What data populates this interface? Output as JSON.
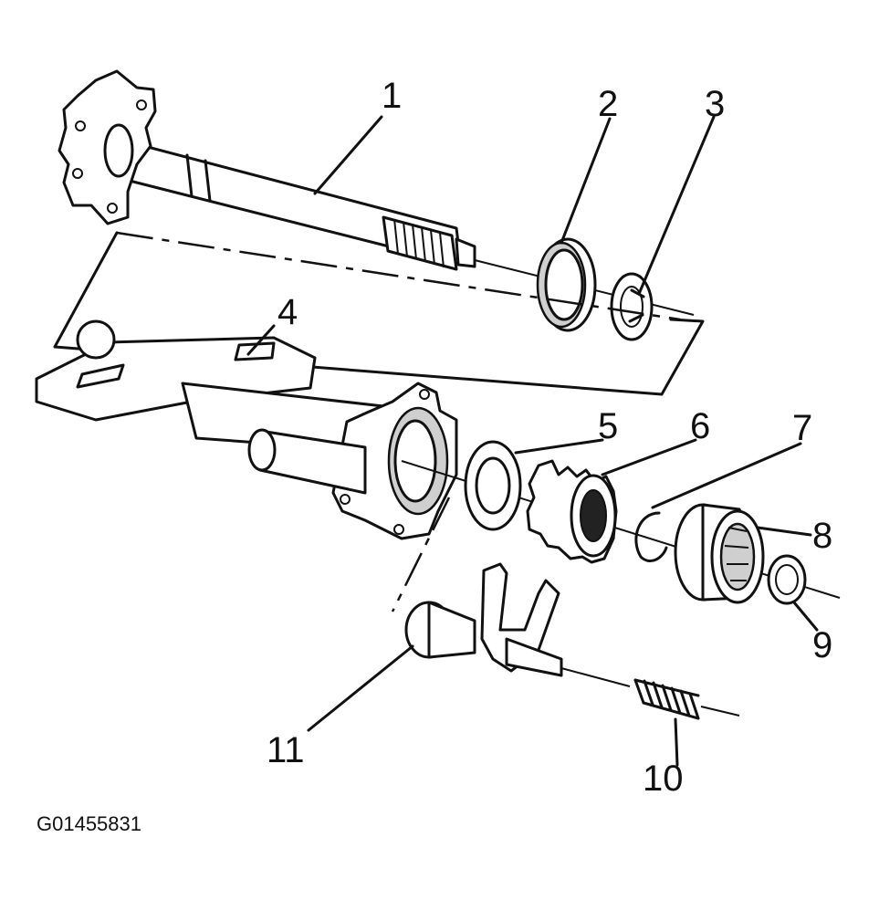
{
  "figure_id": "G01455831",
  "callouts": [
    {
      "id": "callout-1",
      "label": "1"
    },
    {
      "id": "callout-2",
      "label": "2"
    },
    {
      "id": "callout-3",
      "label": "3"
    },
    {
      "id": "callout-4",
      "label": "4"
    },
    {
      "id": "callout-5",
      "label": "5"
    },
    {
      "id": "callout-6",
      "label": "6"
    },
    {
      "id": "callout-7",
      "label": "7"
    },
    {
      "id": "callout-8",
      "label": "8"
    },
    {
      "id": "callout-9",
      "label": "9"
    },
    {
      "id": "callout-10",
      "label": "10"
    },
    {
      "id": "callout-11",
      "label": "11"
    }
  ]
}
